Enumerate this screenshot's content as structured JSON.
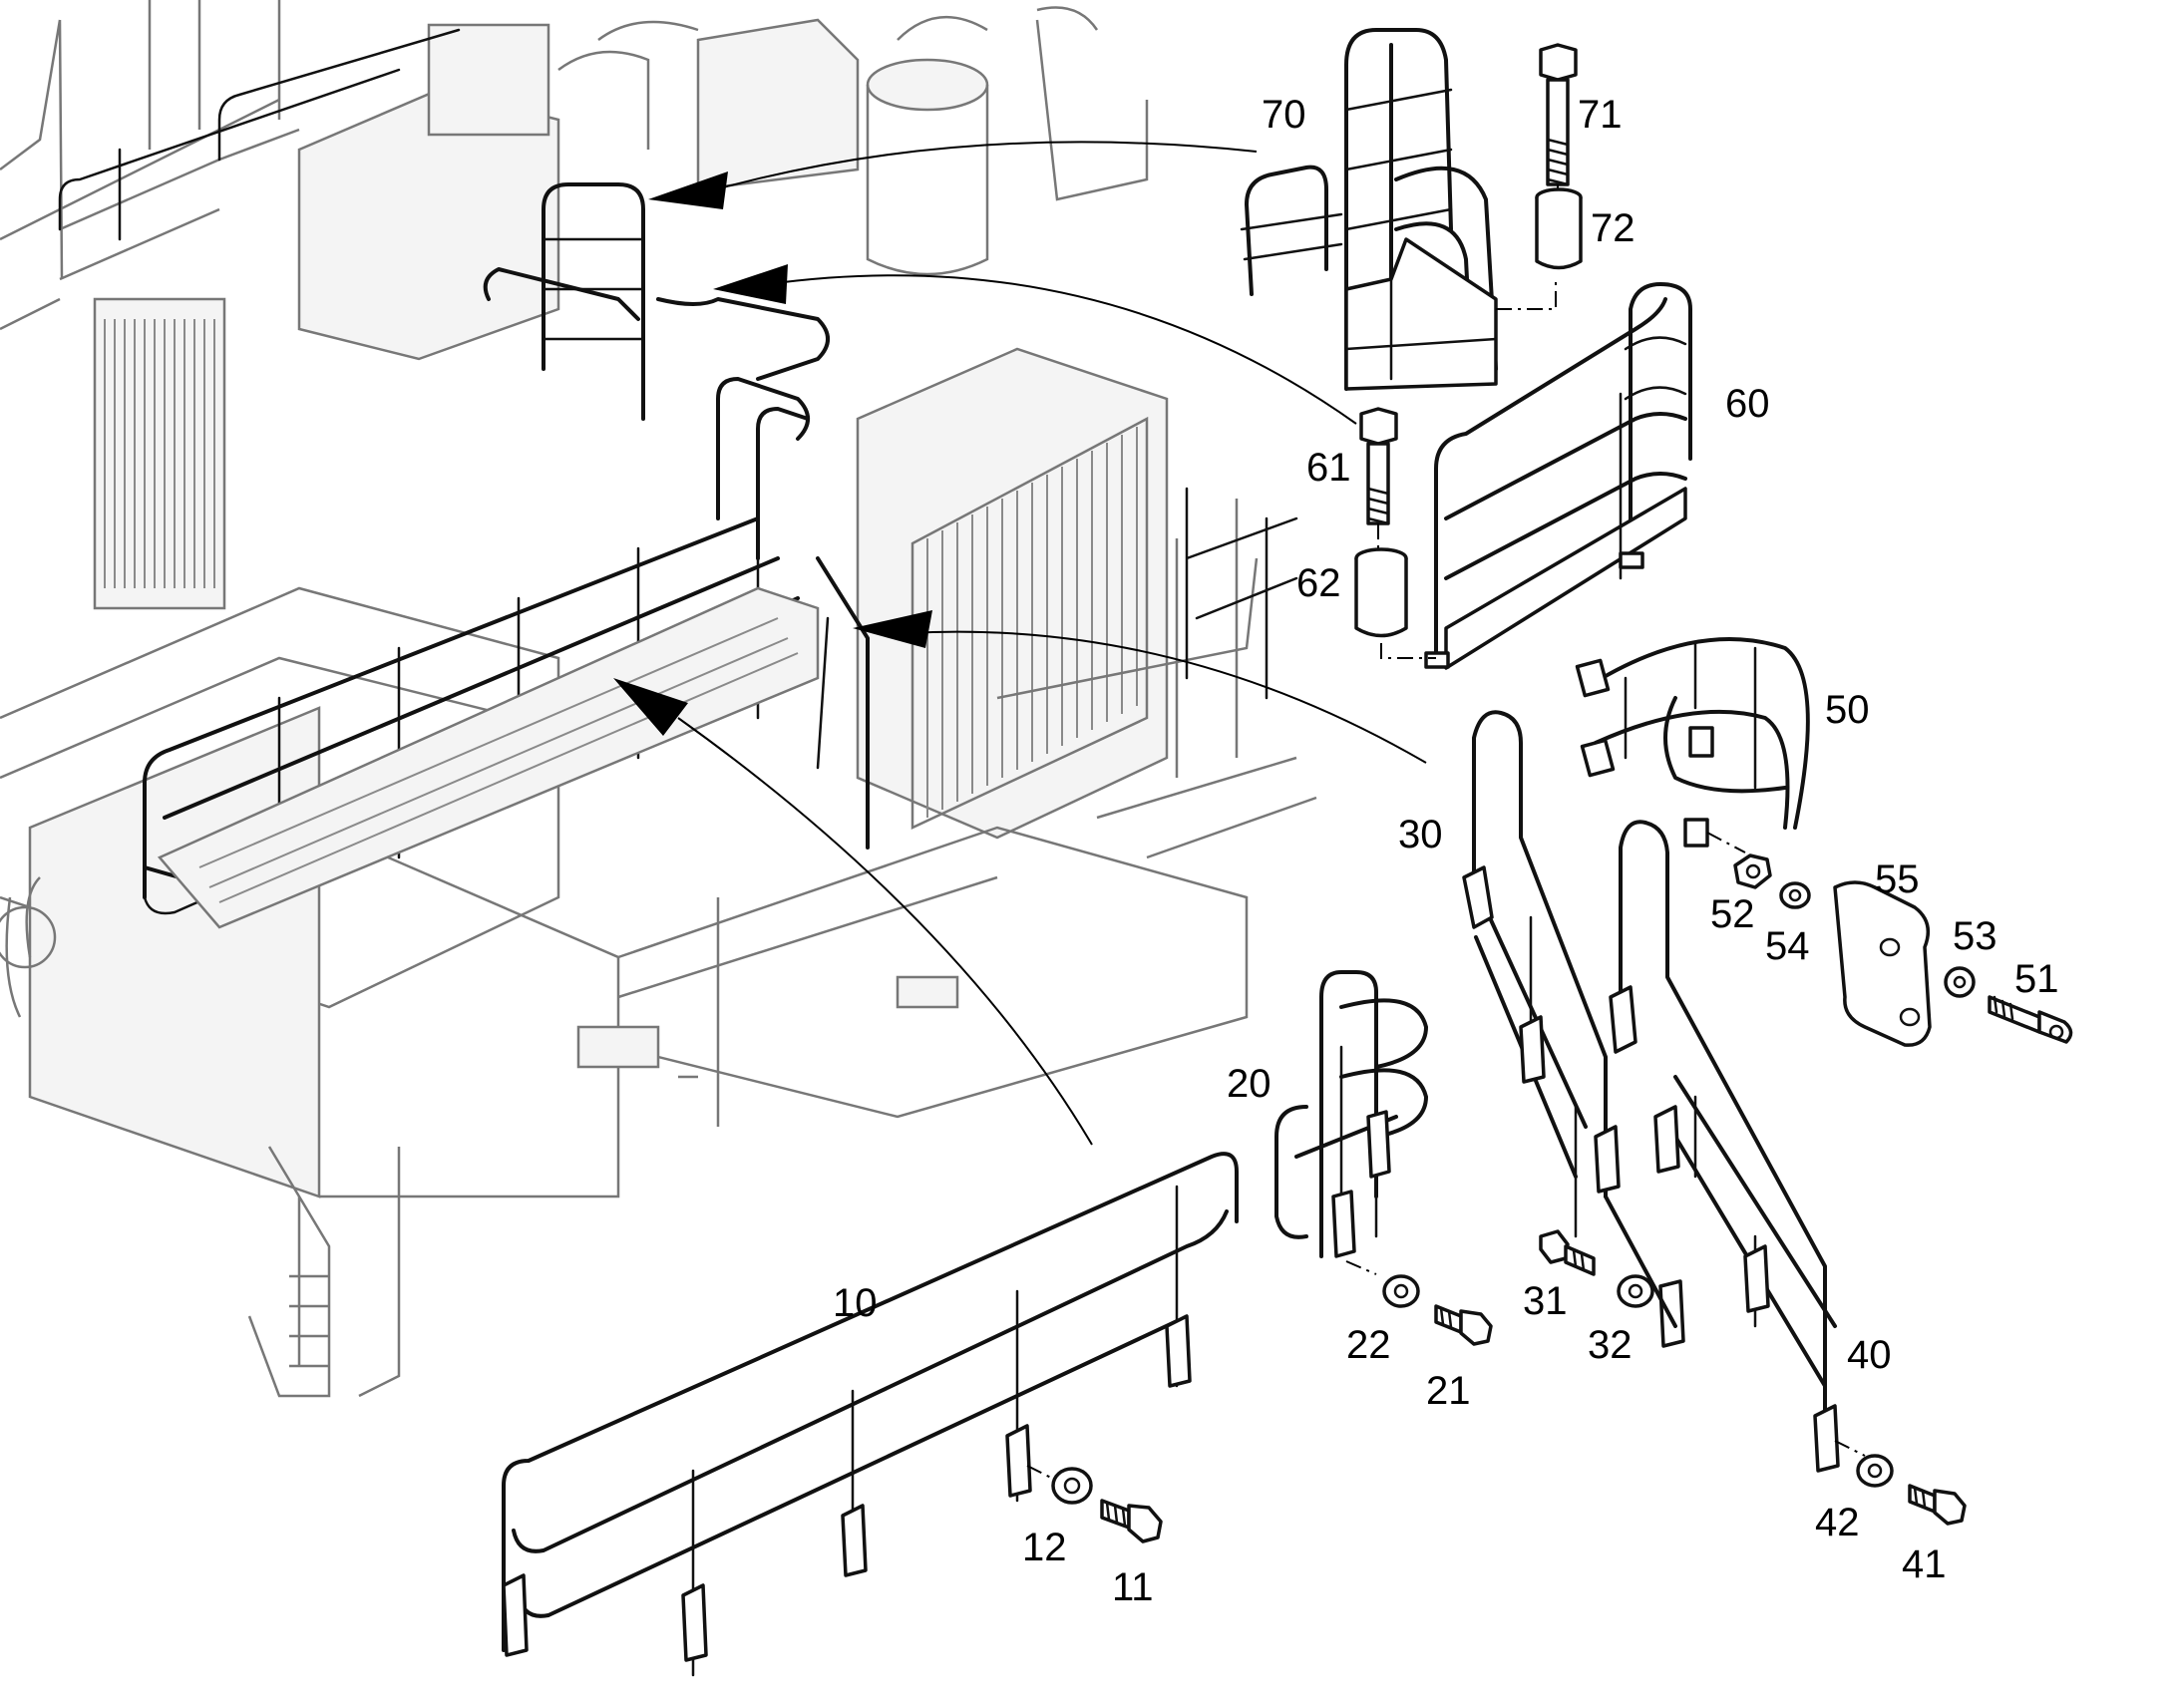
{
  "diagram": {
    "callouts": {
      "p10": "10",
      "p11": "11",
      "p12": "12",
      "p20": "20",
      "p21": "21",
      "p22": "22",
      "p30": "30",
      "p31": "31",
      "p32": "32",
      "p40": "40",
      "p41": "41",
      "p42": "42",
      "p50": "50",
      "p51": "51",
      "p52": "52",
      "p53": "53",
      "p54": "54",
      "p55": "55",
      "p60": "60",
      "p61": "61",
      "p62": "62",
      "p70": "70",
      "p71": "71",
      "p72": "72"
    }
  }
}
